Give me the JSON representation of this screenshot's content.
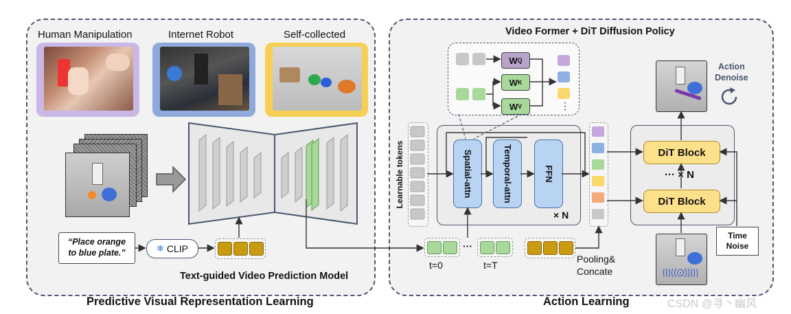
{
  "left_panel": {
    "sources": [
      {
        "label": "Human Manipulation",
        "color": "#c9b7e6"
      },
      {
        "label": "Internet Robot",
        "color": "#8ea9dc"
      },
      {
        "label": "Self-collected",
        "color": "#f8cf55"
      }
    ],
    "prompt": "“Place orange\nto blue plate.”",
    "clip_label": "CLIP",
    "model_label": "Text-guided Video Prediction Model",
    "caption": "Predictive Visual Representation Learning"
  },
  "right_panel": {
    "title": "Video Former + DiT Diffusion Policy",
    "learnable_tokens": "Learnable tokens",
    "blocks": [
      "Spatial-attn",
      "Temporal-attn",
      "FFN"
    ],
    "times_n": "× N",
    "weights": {
      "q": "W",
      "q_sup": "Q",
      "k": "W",
      "k_sup": "K",
      "v": "W",
      "v_sup": "V"
    },
    "ellipsis": "⋮",
    "t0": "t=0",
    "tT": "t=T",
    "dots": "···",
    "pooling": "Pooling&\nConcate",
    "dit_block": "DiT Block",
    "dit_repeat": "··· × N",
    "action_denoise": "Action\nDenoise",
    "time_noise": "Time\nNoise",
    "caption": "Action Learning"
  },
  "watermark": "CSDN @寻丶幽风",
  "colors": {
    "gray_token": "#c8c8c8",
    "green_token": "#a9d99a",
    "gold_token": "#c89b10",
    "purple_token": "#c4a8dc",
    "blue_token": "#8fb0e3",
    "yellow_token": "#fbd86a",
    "orange_token": "#f5a87a",
    "dit_fill": "#fde08a",
    "attn_fill": "#b8d4f2"
  }
}
